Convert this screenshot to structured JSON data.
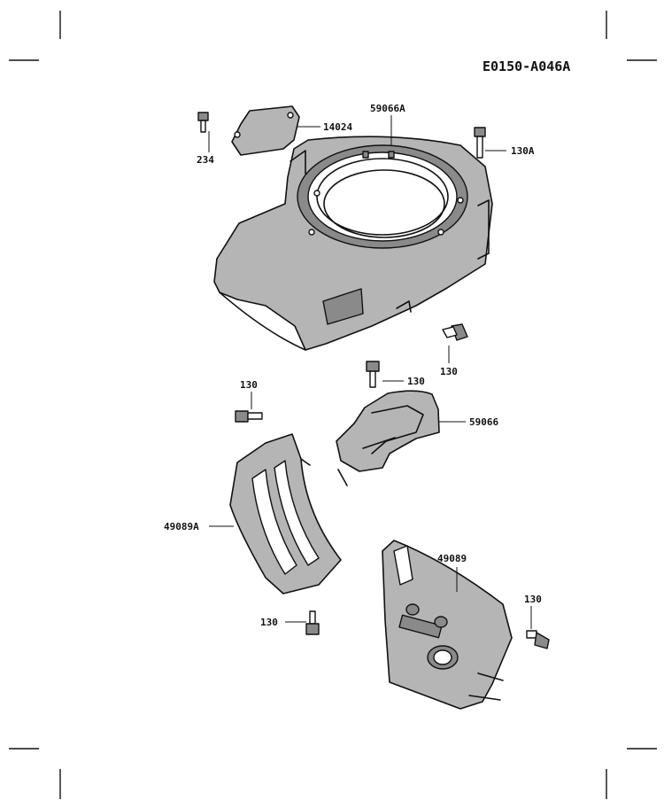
{
  "drawing": {
    "code": "E0150-A046A"
  },
  "callouts": [
    {
      "id": "c-234",
      "text": "234"
    },
    {
      "id": "c-14024",
      "text": "14024"
    },
    {
      "id": "c-59066a",
      "text": "59066A"
    },
    {
      "id": "c-130a",
      "text": "130A"
    },
    {
      "id": "c-130-top",
      "text": "130"
    },
    {
      "id": "c-130-mid",
      "text": "130"
    },
    {
      "id": "c-130-left",
      "text": "130"
    },
    {
      "id": "c-59066",
      "text": "59066"
    },
    {
      "id": "c-49089a",
      "text": "49089A"
    },
    {
      "id": "c-130-bottom",
      "text": "130"
    },
    {
      "id": "c-49089",
      "text": "49089"
    },
    {
      "id": "c-130-right",
      "text": "130"
    }
  ]
}
